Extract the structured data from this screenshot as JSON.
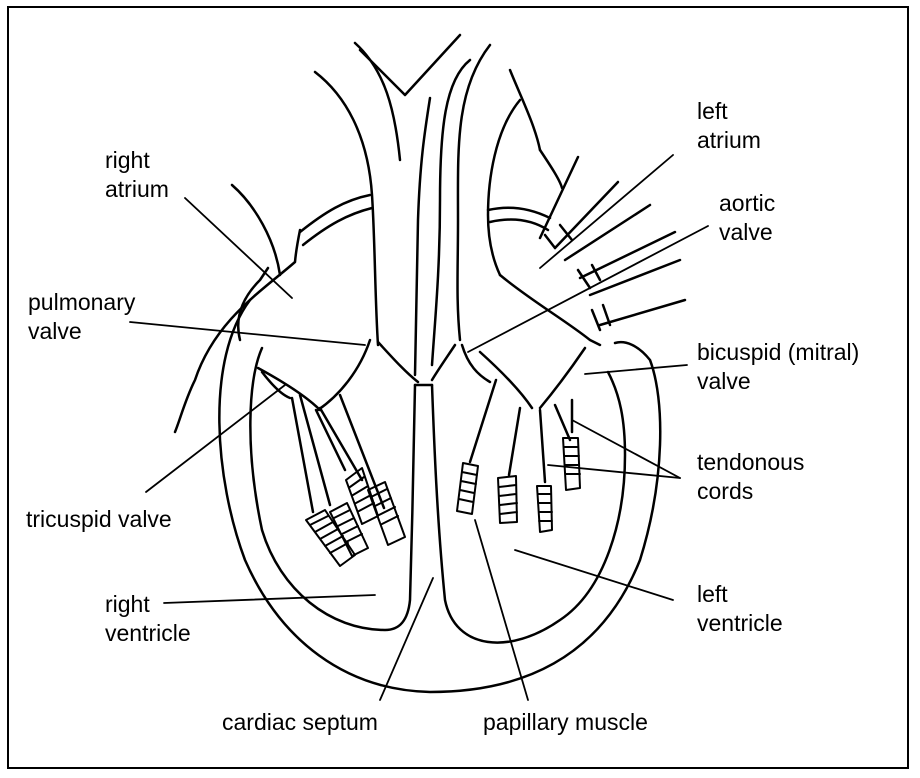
{
  "labels": {
    "right_atrium": [
      "right",
      "atrium"
    ],
    "left_atrium": [
      "left",
      "atrium"
    ],
    "aortic_valve": [
      "aortic",
      "valve"
    ],
    "pulmonary_valve": [
      "pulmonary",
      "valve"
    ],
    "bicuspid_valve": [
      "bicuspid (mitral)",
      "valve"
    ],
    "tendonous_cords": [
      "tendonous",
      "cords"
    ],
    "tricuspid_valve": "tricuspid valve",
    "right_ventricle": [
      "right",
      "ventricle"
    ],
    "left_ventricle": [
      "left",
      "ventricle"
    ],
    "cardiac_septum": "cardiac septum",
    "papillary_muscle": "papillary muscle"
  },
  "colors": {
    "stroke": "#000000",
    "background": "#ffffff"
  }
}
